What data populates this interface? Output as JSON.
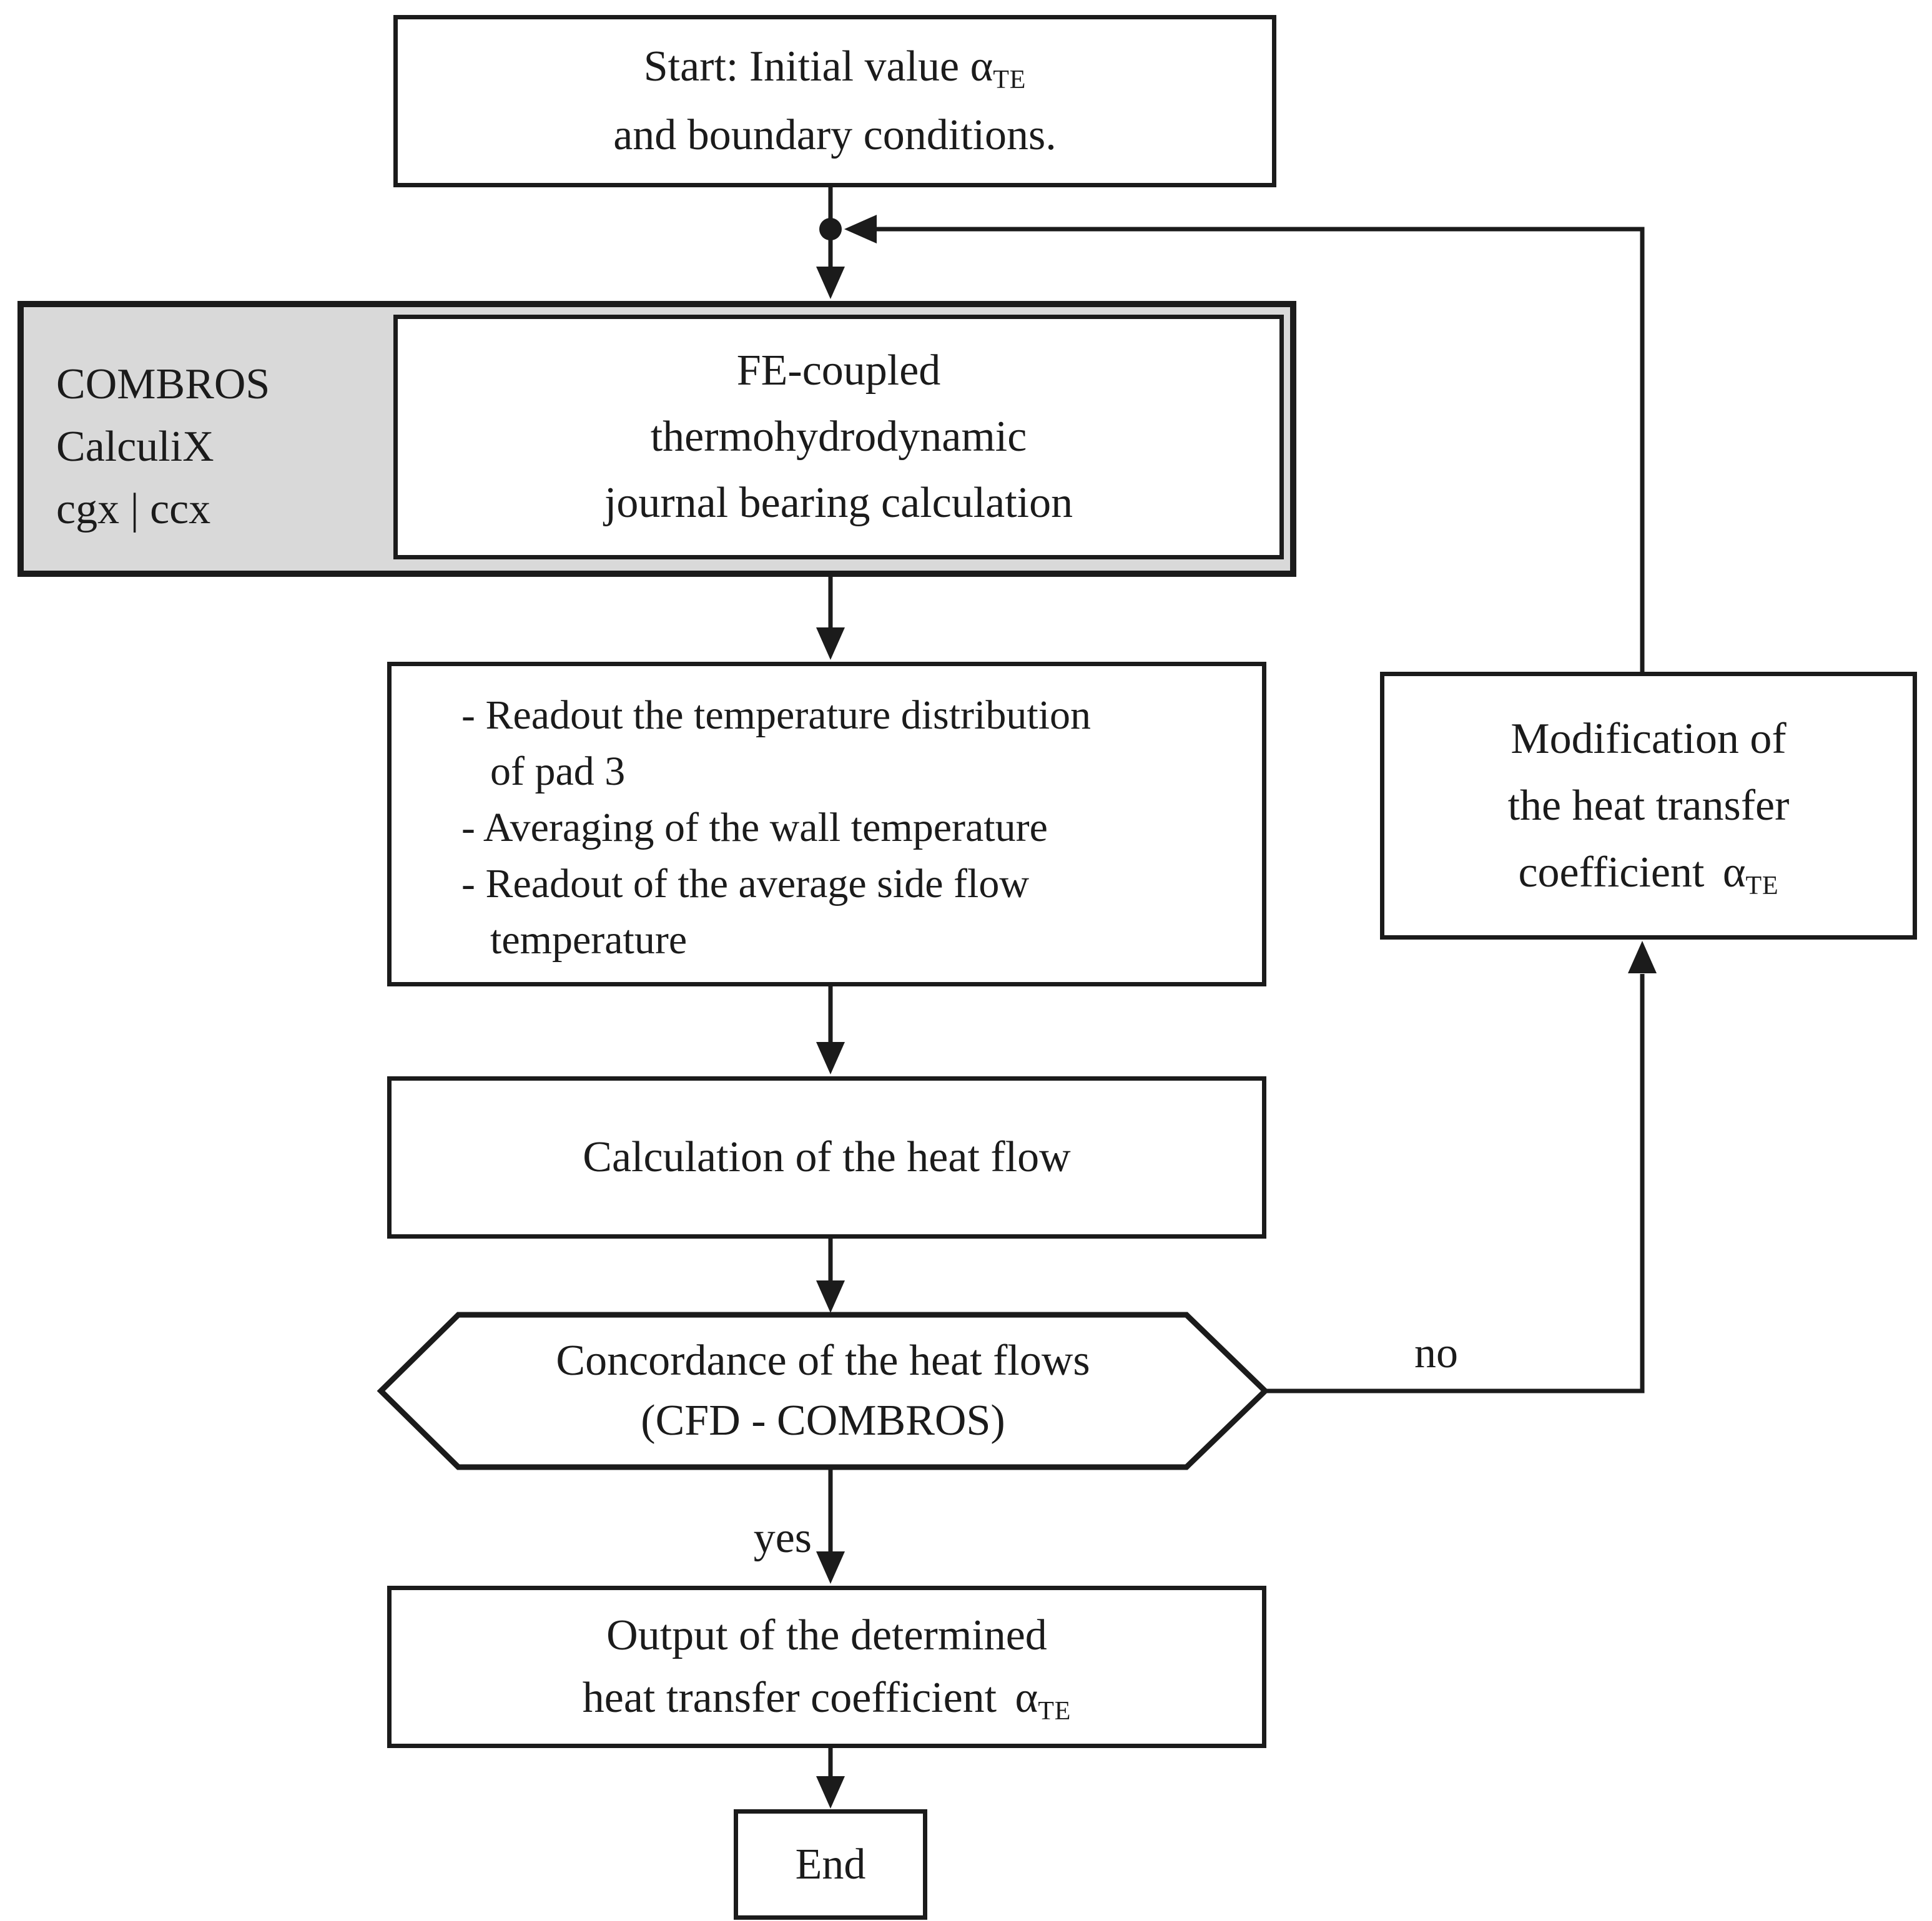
{
  "palette": {
    "background": "#ffffff",
    "line_color": "#1b1b1b",
    "group_fill": "#d9d9d9",
    "text_color": "#1b1b1b"
  },
  "symbols": {
    "alpha": "α",
    "alpha_subscript": "TE"
  },
  "nodes": {
    "start": {
      "line1": "Start: Initial value",
      "line2": "and boundary conditions."
    },
    "group_label": {
      "line1": "COMBROS",
      "line2": "CalculiX",
      "line3": "cgx | ccx"
    },
    "fe_calc": {
      "line1": "FE-coupled",
      "line2": "thermohydrodynamic",
      "line3": "journal bearing calculation"
    },
    "readout": {
      "line1": "- Readout the temperature distribution",
      "line2": "of pad 3",
      "line3": "- Averaging of the wall temperature",
      "line4": "- Readout of the average side flow",
      "line5": "temperature"
    },
    "heat_flow": {
      "line1": "Calculation of the heat flow"
    },
    "decision": {
      "line1": "Concordance of the heat flows",
      "line2": "(CFD - COMBROS)"
    },
    "modification": {
      "line1": "Modification of",
      "line2": "the heat transfer",
      "line3": "coefficient"
    },
    "output": {
      "line1": "Output of the determined",
      "line2": "heat transfer coefficient"
    },
    "end": {
      "label": "End"
    }
  },
  "edges": {
    "no_label": "no",
    "yes_label": "yes"
  }
}
